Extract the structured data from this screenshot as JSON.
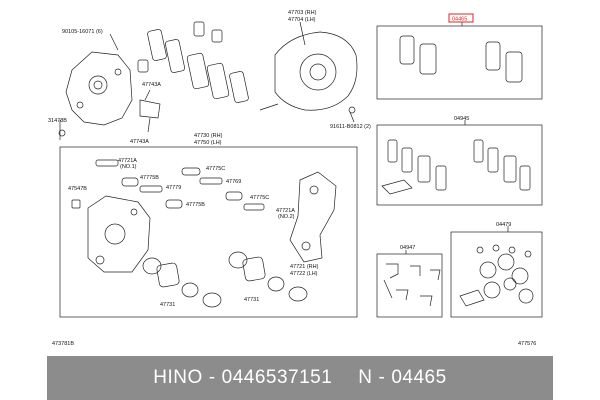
{
  "labels": {
    "l_90105": "90105-16071 (6)",
    "l_47743a_1": "47743A",
    "l_47743a_2": "47743A",
    "l_31478b": "31478B",
    "l_47703": "47703 (RH)",
    "l_47704": "47704 (LH)",
    "l_91611": "91611-B0812 (2)",
    "l_47730": "47730 (RH)",
    "l_47750": "47750 (LH)",
    "l_04465_box": "04465",
    "l_04945": "04945",
    "l_47721a_1": "47721A",
    "l_no1": "(NO.1)",
    "l_47775b_1": "47775B",
    "l_47779": "47779",
    "l_47775c_1": "47775C",
    "l_47769": "47769",
    "l_47775c_2": "47775C",
    "l_47547b": "47547B",
    "l_47775b_2": "47775B",
    "l_47721a_2": "47721A",
    "l_no2": "(NO.2)",
    "l_47721": "47721 (RH)",
    "l_47722": "47722 (LH)",
    "l_47731_1": "47731",
    "l_47731_2": "47731",
    "l_04947": "04947",
    "l_04479": "04479",
    "l_code_left": "473781B",
    "l_code_right": "477576"
  },
  "footer": {
    "brand": "HINO",
    "sep1": "-",
    "part_number": "0446537151",
    "prefix": "N",
    "sep2": "-",
    "ref": "04465"
  },
  "colors": {
    "line": "#222222",
    "highlight": "#e02020",
    "footer_bg": "#8c8c8c",
    "footer_text": "#ffffff"
  }
}
